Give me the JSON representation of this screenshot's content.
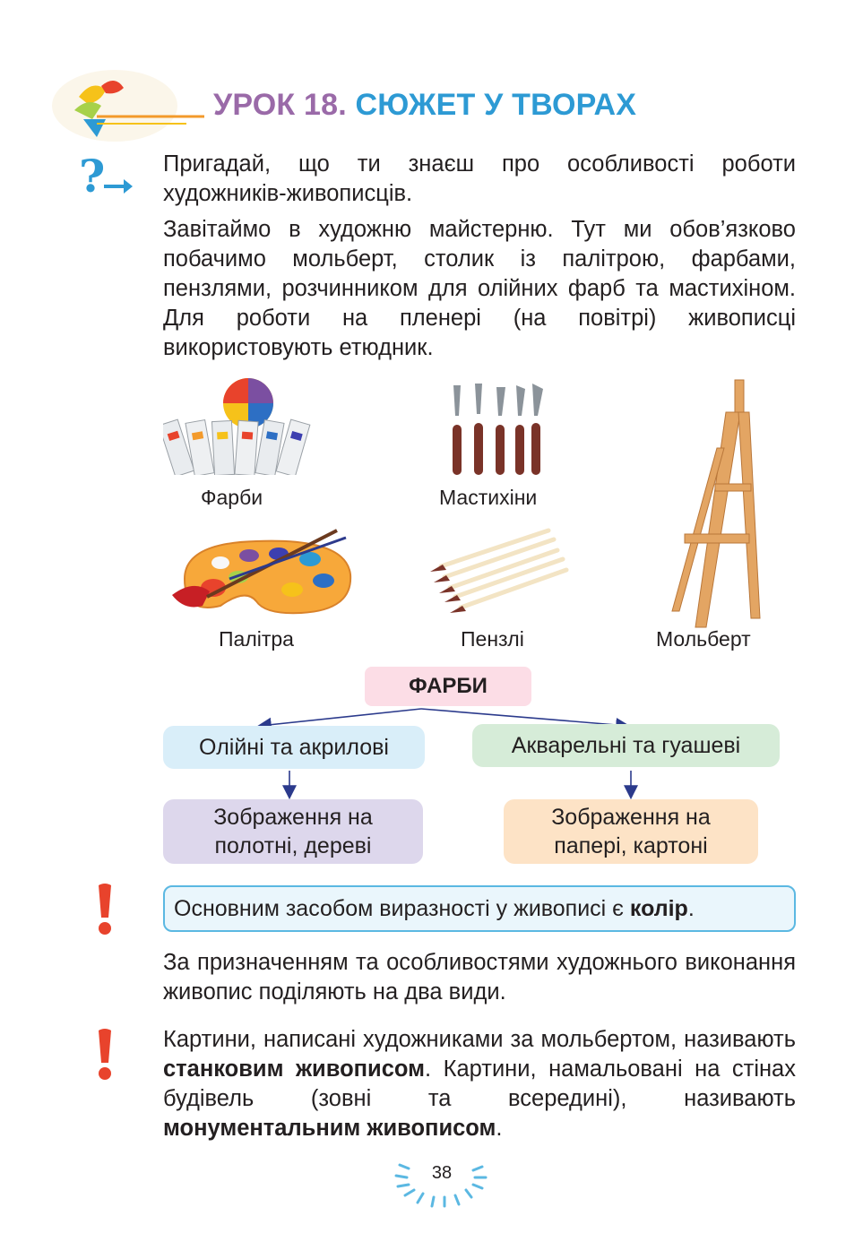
{
  "header": {
    "lesson_number": "УРОК 18.",
    "lesson_topic": "СЮЖЕТ У ТВОРАХ"
  },
  "question": {
    "icon": "question-arrow-icon",
    "text": "Пригадай, що ти знаєш про особливості роботи художників-живописців."
  },
  "intro_paragraph": "Завітаймо в художню майстерню. Тут ми обов’язково побачимо мольберт, столик із палітрою, фарбами, пензлями, розчинником для олійних фарб та мастихіном. Для роботи на пленері (на повітрі) живописці використовують етюдник.",
  "images": {
    "paints_caption": "Фарби",
    "palette_knives_caption": "Мастихіни",
    "palette_caption": "Палітра",
    "brushes_caption": "Пензлі",
    "easel_caption": "Мольберт"
  },
  "diagram": {
    "root": "ФАРБИ",
    "left_branch": "Олійні та акрилові",
    "right_branch": "Акварельні та гуашеві",
    "left_leaf": "Зображення на полотні, дереві",
    "right_leaf": "Зображення на папері, картоні"
  },
  "key_note": {
    "text_before": "Основним засобом виразності у живописі є ",
    "bold": "колір",
    "text_after": "."
  },
  "paragraph_two": "За призначенням та особливостями художнього виконання живопис поділяють на два види.",
  "key_note_two": {
    "p1": "Картини, написані художниками за мольбертом, називають ",
    "b1": "станковим живописом",
    "p2": ". Картини, намальовані на стінах будівель (зовні та всередині), називають ",
    "b2": "монументальним живописом",
    "p3": "."
  },
  "page_number": "38",
  "colors": {
    "title_number": "#9a6aa8",
    "title_topic": "#2d9ad4",
    "root_box": "#fcdde6",
    "left_box": "#d9eef9",
    "right_box": "#d6ecd8",
    "left_leaf_box": "#ddd7ec",
    "right_leaf_box": "#fde3c6",
    "note_border": "#5bb8e2",
    "exclamation": "#e8432c"
  }
}
